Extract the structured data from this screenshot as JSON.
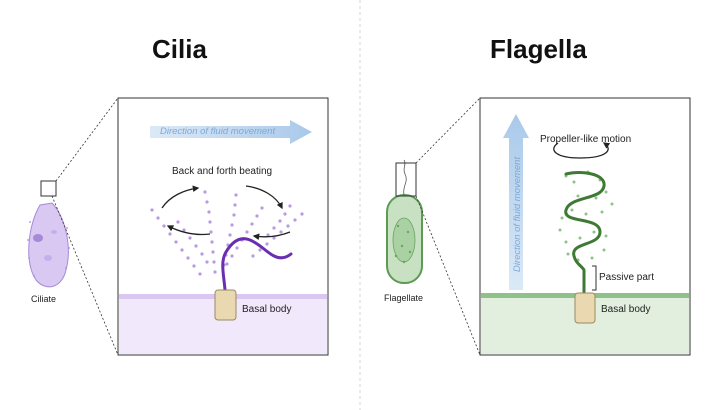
{
  "cilia": {
    "title": "Cilia",
    "organism_label": "Ciliate",
    "direction_label": "Direction of fluid movement",
    "motion_label": "Back and forth beating",
    "basal_label": "Basal body"
  },
  "flagella": {
    "title": "Flagella",
    "organism_label": "Flagellate",
    "direction_label": "Direction of fluid movement",
    "motion_label": "Propeller-like motion",
    "passive_label": "Passive part",
    "basal_label": "Basal body"
  },
  "colors": {
    "cilia_accent": "#6a2fb0",
    "cilia_light": "#b79ae0",
    "cilia_membrane": "#f1e9fb",
    "flagella_accent": "#3f7a35",
    "flagella_light": "#8fc28a",
    "flagella_membrane": "#e2efdf",
    "basal_fill": "#ead9b0",
    "arrow_blue": "#a9c9ea"
  }
}
